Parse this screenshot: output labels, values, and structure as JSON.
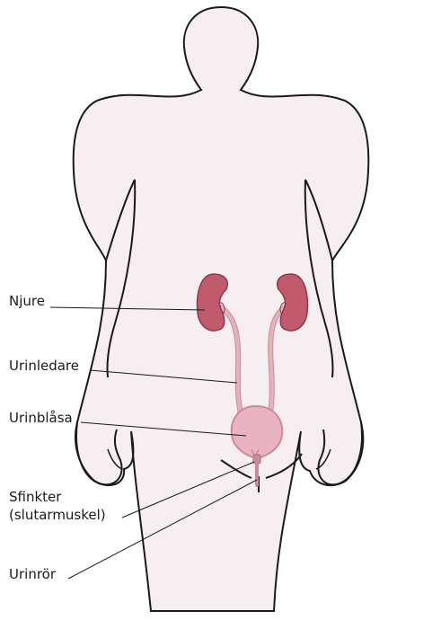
{
  "labels": {
    "njure": "Njure",
    "urinledare": "Urinledare",
    "urinblasa": "Urinblåsa",
    "sfinkter_line1": "Sfinkter",
    "sfinkter_line2": "(slutarmuskel)",
    "urinror": "Urinrör"
  },
  "colors": {
    "body_fill": "#f6eef0",
    "outline": "#1a1a1a",
    "kidney": "#c25a6e",
    "kidney_dark": "#a24a5b",
    "ureter": "#e2b3bd",
    "bladder": "#e9b3c1",
    "bladder_edge": "#c98b9b"
  }
}
